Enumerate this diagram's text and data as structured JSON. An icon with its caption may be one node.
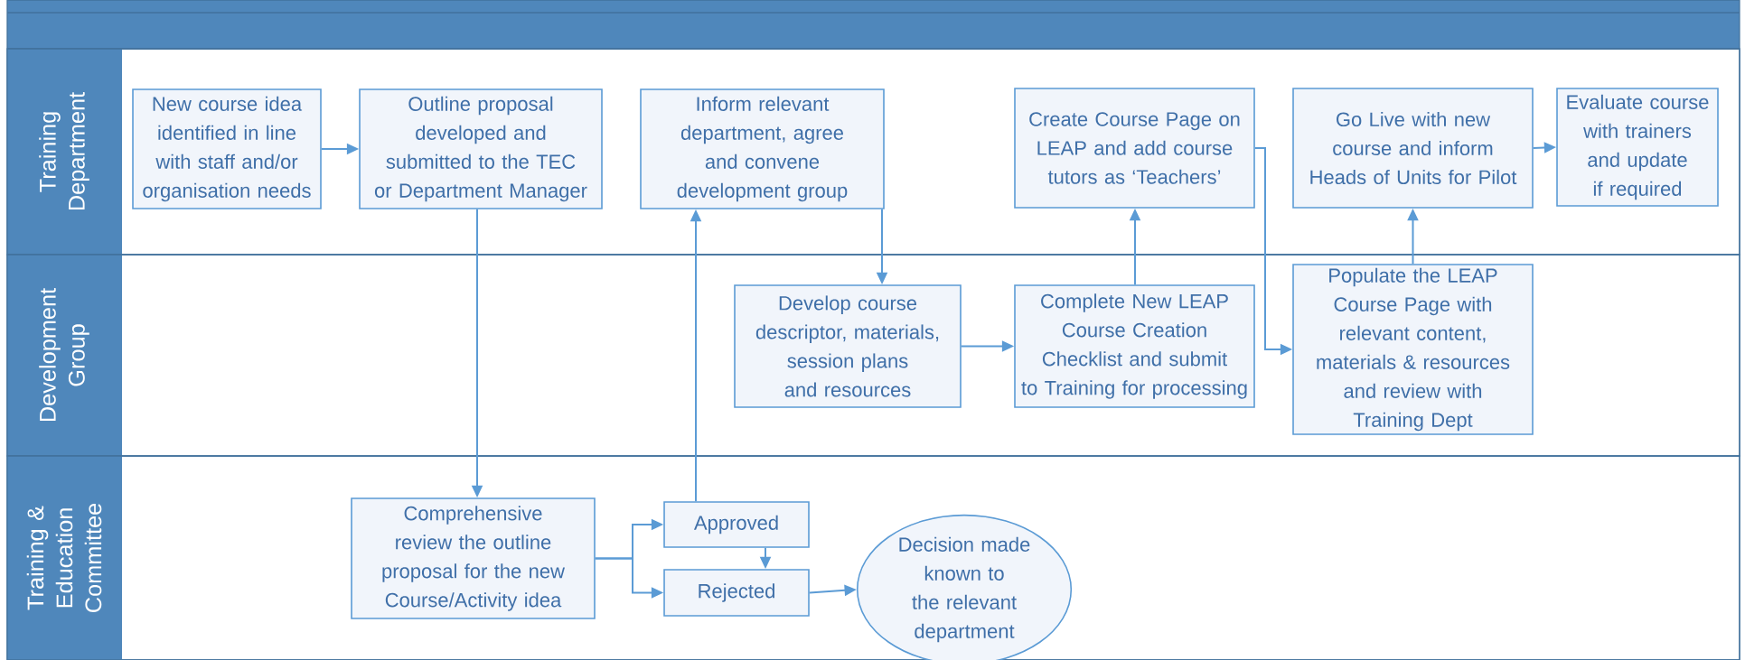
{
  "diagram": {
    "nodes": [
      {
        "text": [
          "Training Department"
        ]
      },
      {
        "text": [
          "New course idea identified in line with staff and/or organisation needs"
        ],
        "in": 0
      },
      {
        "text": [
          "Outline proposal developed and submitted to the TEC or Department Manager"
        ],
        "in": 0
      },
      {
        "text": [
          "Inform relevant department, agree and convene development group"
        ],
        "in": 0
      },
      {
        "text": [
          "Create Course Page on LEAP and add course tutors as ‘Teachers’"
        ],
        "in": 0
      },
      {
        "text": [
          "Go Live with new course and inform Heads of Units for Pilot"
        ],
        "in": 0
      },
      {
        "text": [
          "Evaluate course with trainers and update if required"
        ],
        "in": 0
      },
      {
        "text": [
          "Development Group"
        ]
      },
      {
        "text": [
          "Develop course descriptor, materials, session plans and resources"
        ],
        "in": 7
      },
      {
        "text": [
          "Complete New LEAP Course Creation Checklist and submit to Training for processing"
        ],
        "in": 7
      },
      {
        "text": [
          "Populate the LEAP Course Page with relevant content, materials & resources and review with Training Dept"
        ],
        "in": 7
      },
      {
        "text": [
          "Training & Education Committee"
        ]
      },
      {
        "text": [
          "Comprehensive review the outline proposal for the new Course/Activity idea"
        ],
        "in": 11
      },
      {
        "text": [
          "Approved"
        ],
        "in": 11
      },
      {
        "text": [
          "Rejected"
        ],
        "in": 11
      },
      {
        "text": [
          "Decision made known to the relevant department"
        ],
        "in": 11
      }
    ],
    "edges": [
      {
        "from": 1,
        "to": 2,
        "arrow": "to"
      },
      {
        "from": 2,
        "to": 12,
        "arrow": "to"
      },
      {
        "from": 12,
        "to": 13,
        "arrow": "to"
      },
      {
        "from": 12,
        "to": 14,
        "arrow": "to"
      },
      {
        "from": 13,
        "to": 14,
        "arrow": "to"
      },
      {
        "from": 14,
        "to": 15,
        "arrow": "to"
      },
      {
        "from": 13,
        "to": 3,
        "arrow": "to"
      },
      {
        "from": 3,
        "to": 8,
        "arrow": "to"
      },
      {
        "from": 8,
        "to": 9,
        "arrow": "to"
      },
      {
        "from": 9,
        "to": 4,
        "arrow": "to"
      },
      {
        "from": 4,
        "to": 10,
        "arrow": "to"
      },
      {
        "from": 10,
        "to": 5,
        "arrow": "to"
      },
      {
        "from": 5,
        "to": 6,
        "arrow": "to"
      }
    ]
  }
}
